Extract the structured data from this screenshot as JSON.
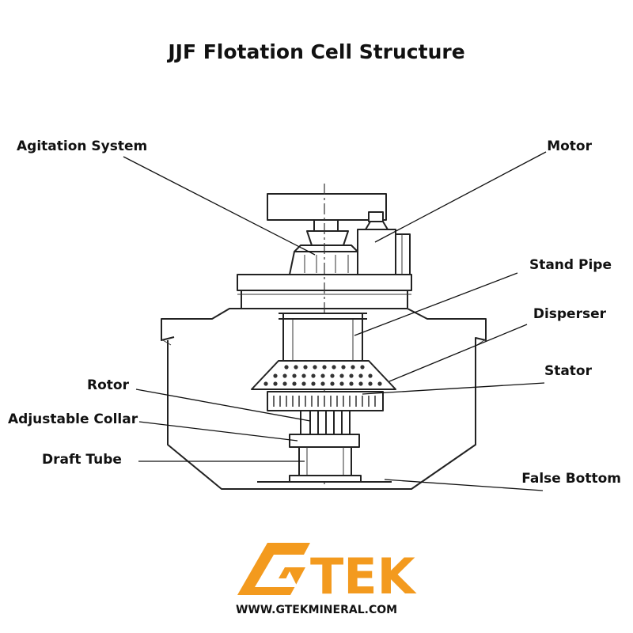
{
  "title": "JJF Flotation Cell Structure",
  "labels": {
    "agitation_system": "Agitation System",
    "motor": "Motor",
    "stand_pipe": "Stand Pipe",
    "disperser": "Disperser",
    "stator": "Stator",
    "rotor": "Rotor",
    "adjustable_collar": "Adjustable Collar",
    "draft_tube": "Draft Tube",
    "false_bottom": "False Bottom"
  },
  "logo": {
    "name": "GTEK",
    "url": "WWW.GTEKMINERAL.COM",
    "color": "#f39a1e"
  }
}
